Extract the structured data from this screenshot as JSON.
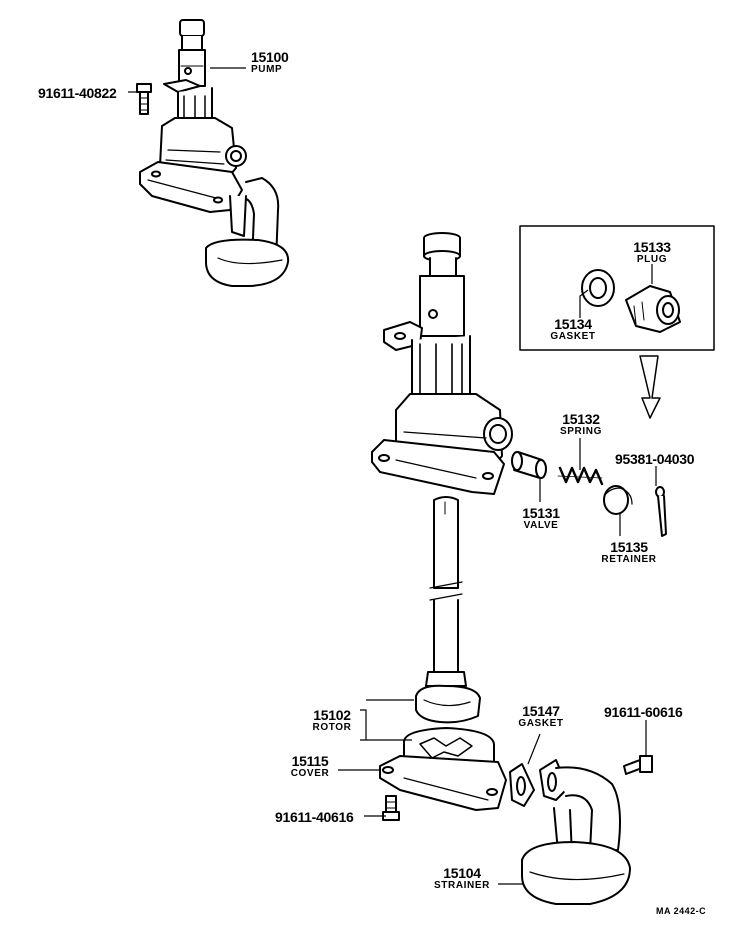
{
  "parts": [
    {
      "id": "p15100",
      "number": "15100",
      "name": "PUMP"
    },
    {
      "id": "p91611_40822",
      "number": "91611-40822",
      "name": ""
    },
    {
      "id": "p15133",
      "number": "15133",
      "name": "PLUG"
    },
    {
      "id": "p15134",
      "number": "15134",
      "name": "GASKET"
    },
    {
      "id": "p15132",
      "number": "15132",
      "name": "SPRING"
    },
    {
      "id": "p95381_04030",
      "number": "95381-04030",
      "name": ""
    },
    {
      "id": "p15131",
      "number": "15131",
      "name": "VALVE"
    },
    {
      "id": "p15135",
      "number": "15135",
      "name": "RETAINER"
    },
    {
      "id": "p15102",
      "number": "15102",
      "name": "ROTOR"
    },
    {
      "id": "p15147",
      "number": "15147",
      "name": "GASKET"
    },
    {
      "id": "p91611_60616",
      "number": "91611-60616",
      "name": ""
    },
    {
      "id": "p15115",
      "number": "15115",
      "name": "COVER"
    },
    {
      "id": "p91611_40616",
      "number": "91611-40616",
      "name": ""
    },
    {
      "id": "p15104",
      "number": "15104",
      "name": "STRAINER"
    }
  ],
  "drawing_code": "MA  2442-C"
}
